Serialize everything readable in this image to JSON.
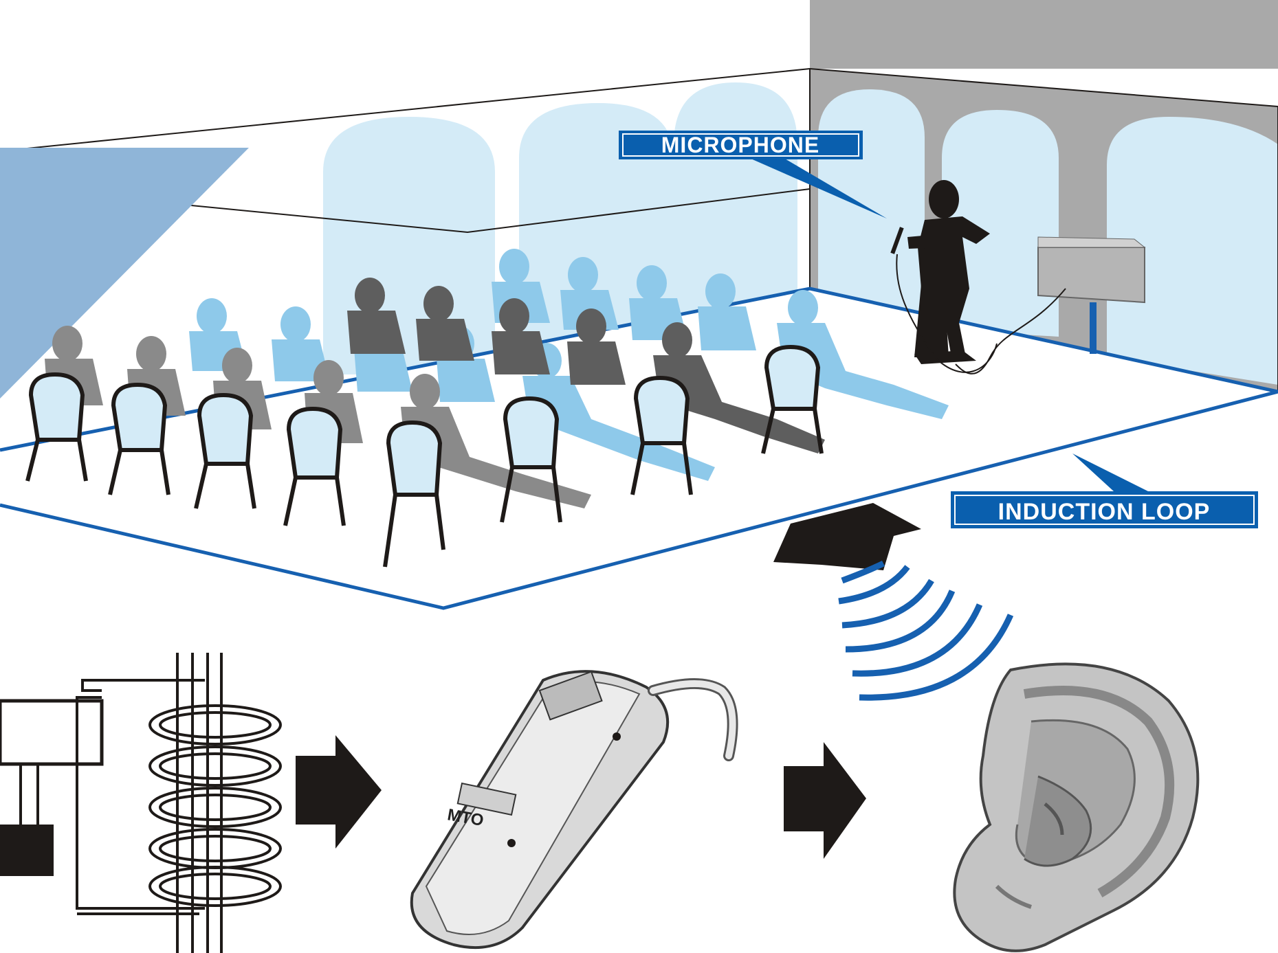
{
  "labels": {
    "microphone": "MICROPHONE",
    "induction_loop": "INDUCTION LOOP",
    "hearing_aid_switch": "MTO"
  },
  "colors": {
    "light_blue": "#d4ebf7",
    "mid_blue": "#8ec9ea",
    "dark_blue": "#0a5fae",
    "loop_blue": "#1660b0",
    "gray_person": "#8a8a8a",
    "dark_gray_person": "#5e5e5e",
    "wall_gray": "#a9a9a9",
    "black": "#1e1a18"
  }
}
